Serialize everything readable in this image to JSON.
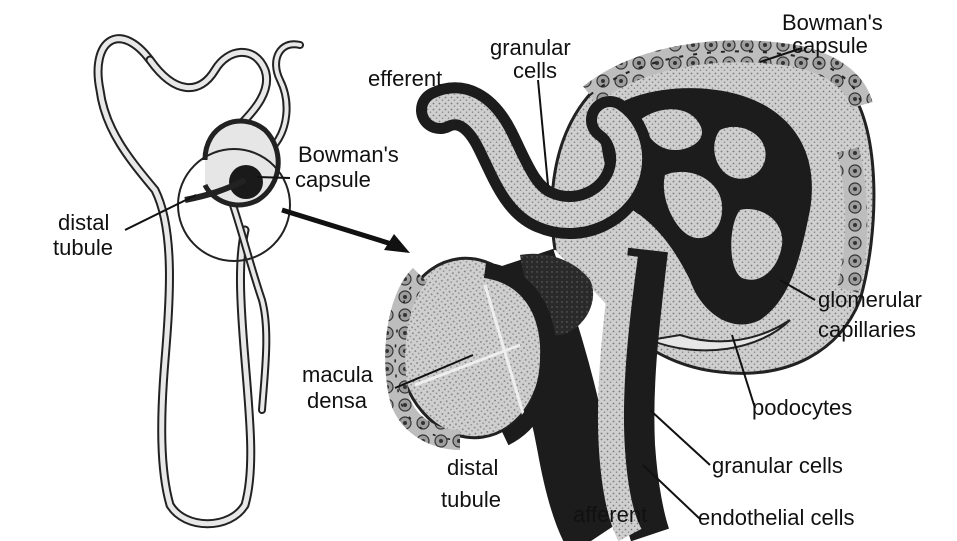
{
  "labels": {
    "bowmans_capsule_right": [
      "Bowman's",
      "capsule"
    ],
    "granular_cells_top": [
      "granular",
      "cells"
    ],
    "efferent": "efferent",
    "bowmans_capsule_left": [
      "Bowman's",
      "capsule"
    ],
    "distal_tubule_left": [
      "distal",
      "tubule"
    ],
    "glomerular_capillaries": [
      "glomerular",
      "capillaries"
    ],
    "macula_densa": [
      "macula",
      "densa"
    ],
    "podocytes": "podocytes",
    "distal_tubule_bottom": [
      "distal",
      "tubule"
    ],
    "granular_cells_bottom": "granular cells",
    "afferent": "afferent",
    "endothelial_cells": "endothelial cells"
  },
  "colors": {
    "ink": "#111111",
    "dark_tissue": "#1c1c1c",
    "light_tissue": "#d2d2d2",
    "mid_tissue": "#9a9a9a",
    "lumen": "#e6e6e6"
  }
}
